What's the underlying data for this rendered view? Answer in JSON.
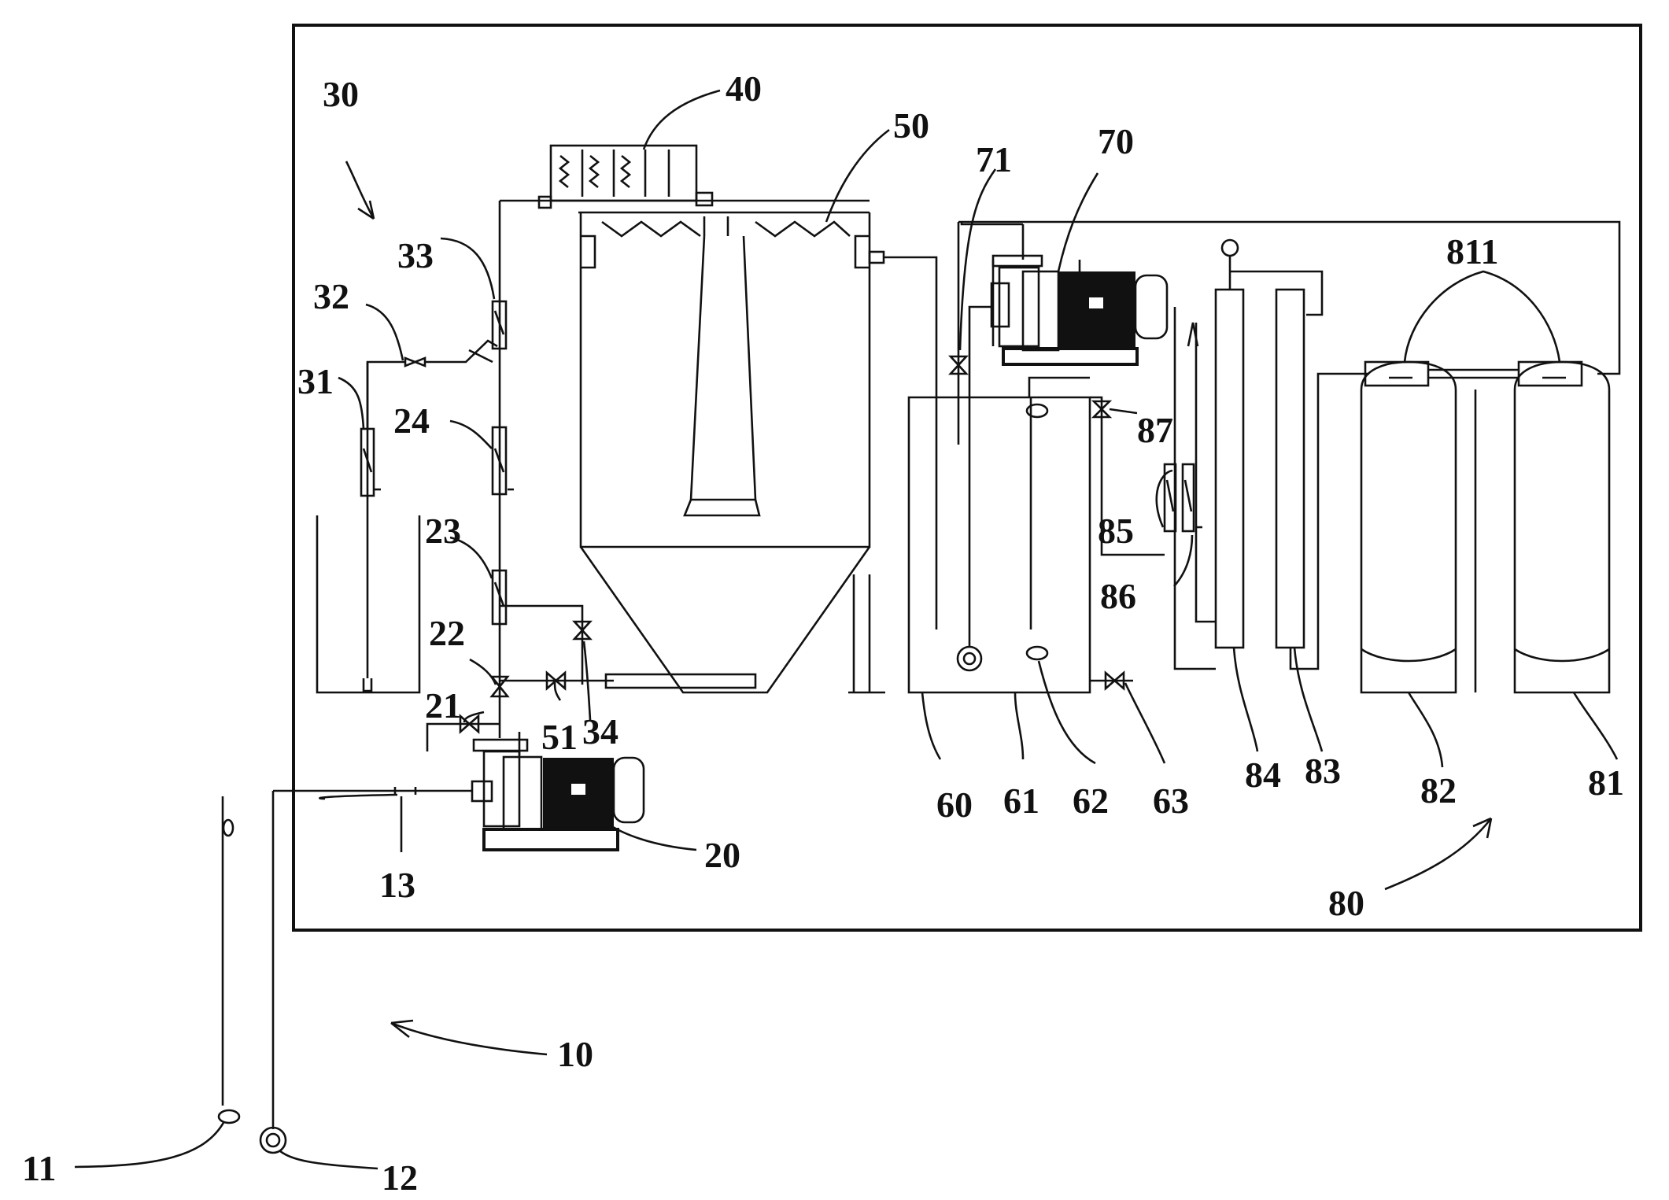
{
  "labels": {
    "l10": "10",
    "l11": "11",
    "l12": "12",
    "l13": "13",
    "l20": "20",
    "l21": "21",
    "l22": "22",
    "l23": "23",
    "l24": "24",
    "l30": "30",
    "l31": "31",
    "l32": "32",
    "l33": "33",
    "l34": "34",
    "l40": "40",
    "l50": "50",
    "l51": "51",
    "l60": "60",
    "l61": "61",
    "l62": "62",
    "l63": "63",
    "l70": "70",
    "l71": "71",
    "l80": "80",
    "l81": "81",
    "l82": "82",
    "l83": "83",
    "l84": "84",
    "l85": "85",
    "l86": "86",
    "l87": "87",
    "l811": "811"
  }
}
